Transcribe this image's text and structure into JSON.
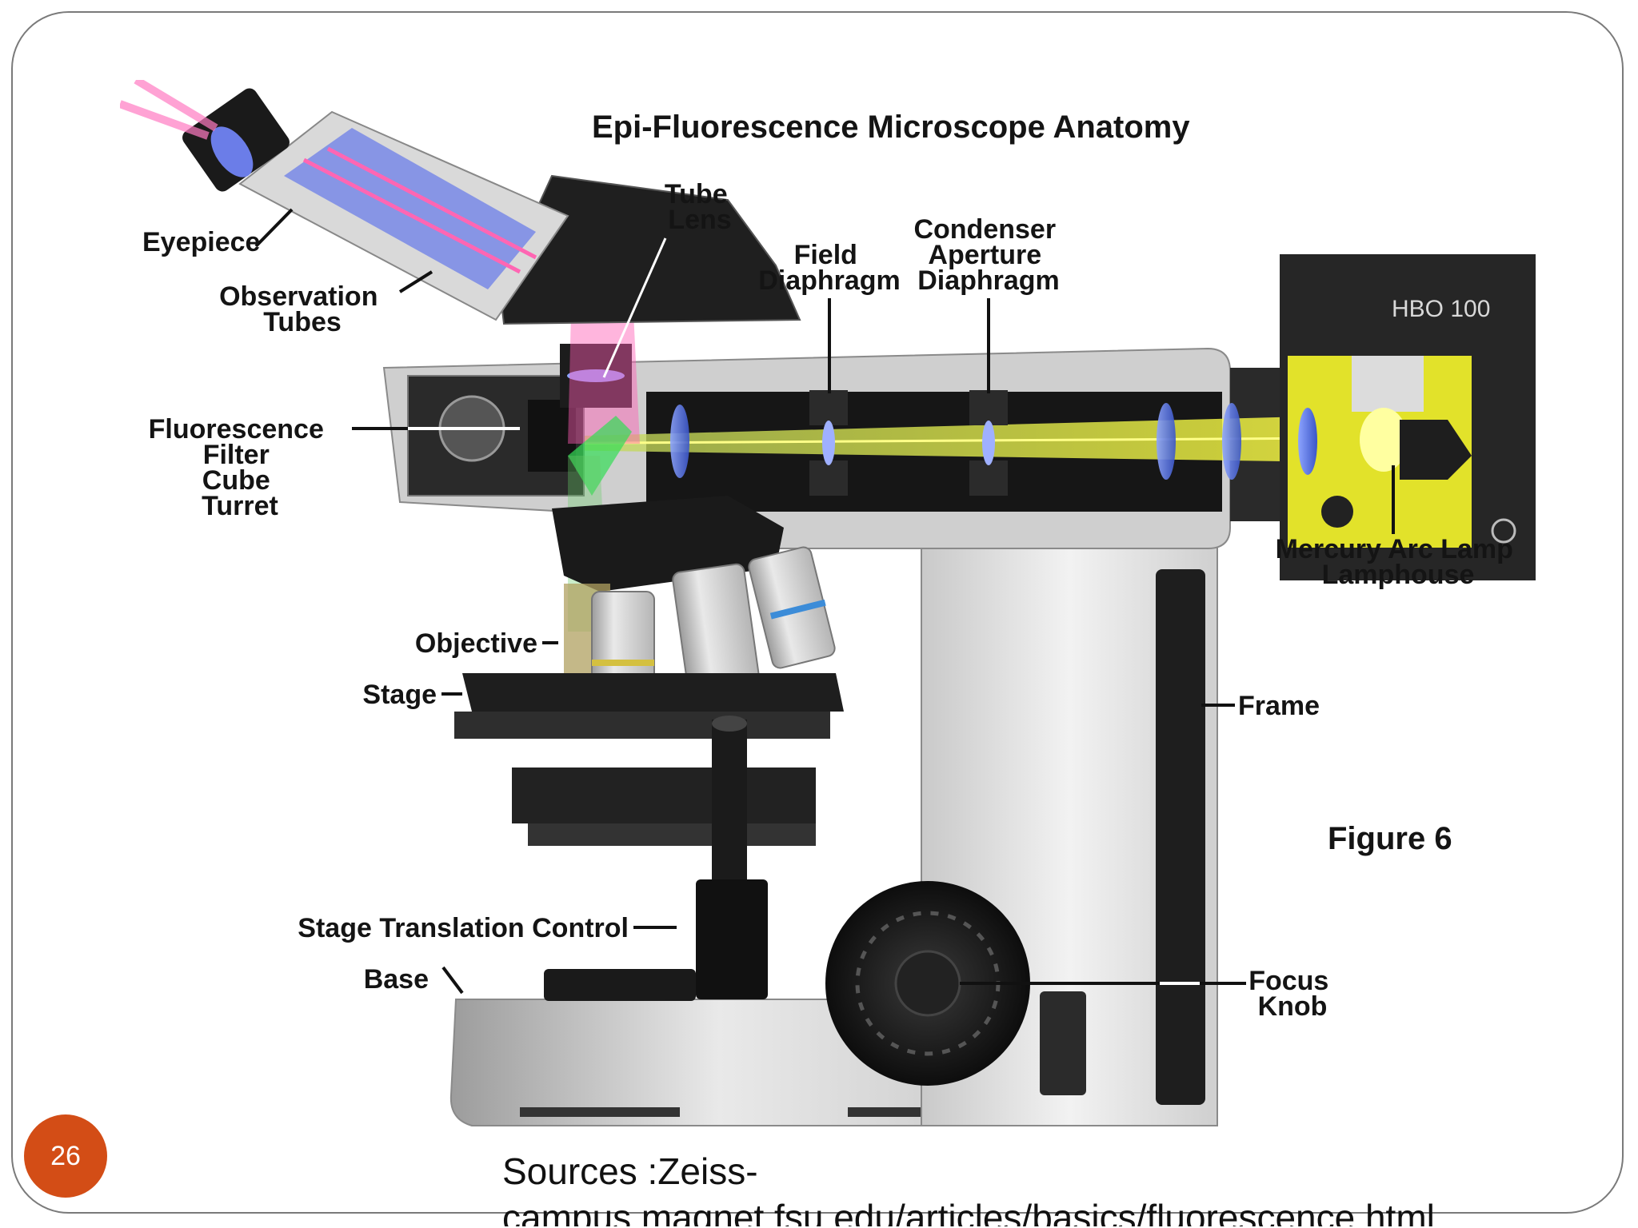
{
  "diagram": {
    "title": "Epi-Fluorescence Microscope Anatomy",
    "figure_label": "Figure 6",
    "lamp_model": "HBO 100",
    "labels": {
      "eyepiece": "Eyepiece",
      "observation_tubes": [
        "Observation",
        "Tubes"
      ],
      "tube_lens": [
        "Tube",
        "Lens"
      ],
      "field_diaphragm": [
        "Field",
        "Diaphragm"
      ],
      "condenser_aperture_diaphragm": [
        "Condenser",
        "Aperture",
        "Diaphragm"
      ],
      "fluorescence_filter_cube_turret": [
        "Fluorescence",
        "Filter",
        "Cube",
        "Turret"
      ],
      "objective": "Objective",
      "stage": "Stage",
      "mercury_arc_lamp_lamphouse": [
        "Mercury Arc Lamp",
        "Lamphouse"
      ],
      "frame": "Frame",
      "stage_translation_control": "Stage Translation Control",
      "base": "Base",
      "focus_knob": [
        "Focus",
        "Knob"
      ]
    }
  },
  "slide": {
    "page_number": "26",
    "source_text": "Sources :Zeiss-campus.magnet.fsu.edu/articles/basics/fluorescence.html"
  }
}
